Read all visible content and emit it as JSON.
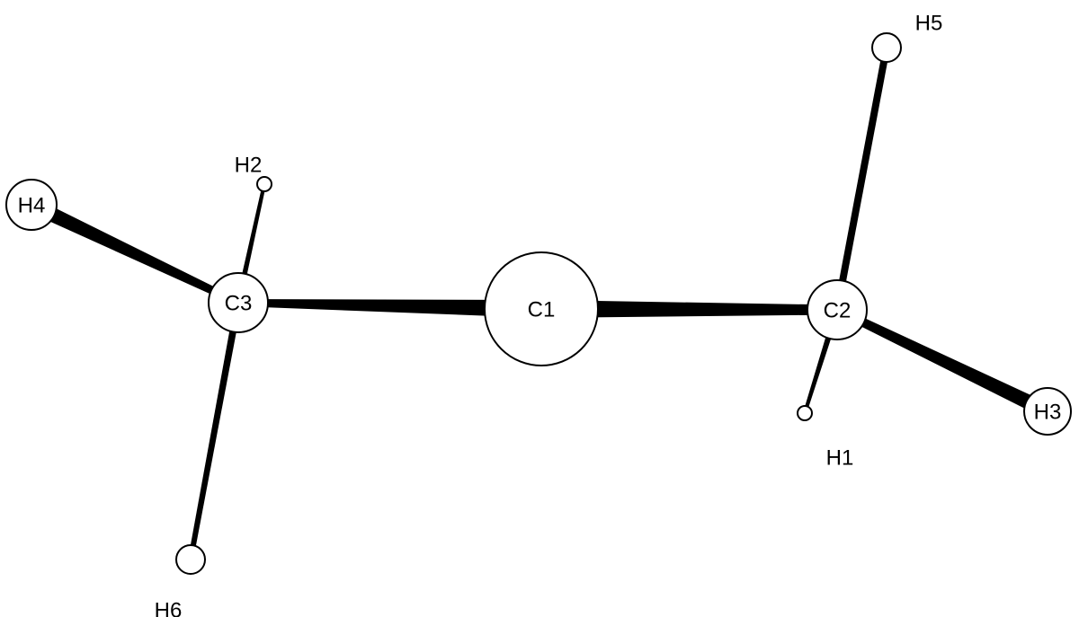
{
  "colors": {
    "background": "#ffffff",
    "line": "#000000"
  },
  "atoms": [
    {
      "id": "C1",
      "label": "C1"
    },
    {
      "id": "C2",
      "label": "C2"
    },
    {
      "id": "C3",
      "label": "C3"
    },
    {
      "id": "H1",
      "label": "H1"
    },
    {
      "id": "H2",
      "label": "H2"
    },
    {
      "id": "H3",
      "label": "H3"
    },
    {
      "id": "H4",
      "label": "H4"
    },
    {
      "id": "H5",
      "label": "H5"
    },
    {
      "id": "H6",
      "label": "H6"
    }
  ],
  "bonds": [
    {
      "from": "C1",
      "to": "C3"
    },
    {
      "from": "C1",
      "to": "C2"
    },
    {
      "from": "C3",
      "to": "H4"
    },
    {
      "from": "C3",
      "to": "H2"
    },
    {
      "from": "C3",
      "to": "H6"
    },
    {
      "from": "C2",
      "to": "H5"
    },
    {
      "from": "C2",
      "to": "H1"
    },
    {
      "from": "C2",
      "to": "H3"
    }
  ]
}
